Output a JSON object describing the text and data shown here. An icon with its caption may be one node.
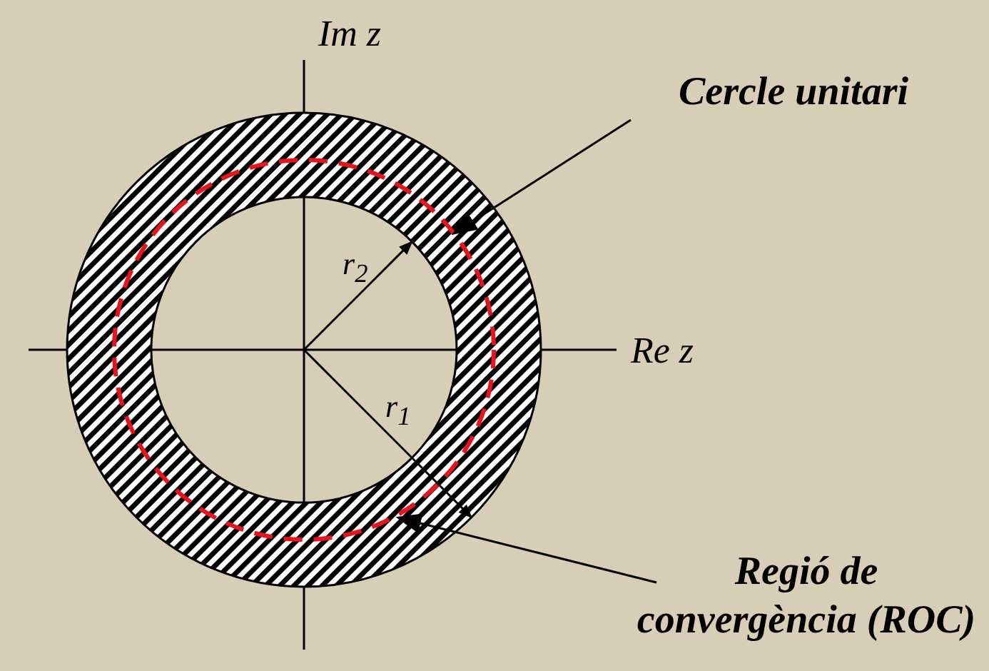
{
  "diagram": {
    "nodes": [
      {
        "text": [
          "Cercle unitari"
        ]
      },
      {
        "text": [],
        "shape": "circle",
        "in": 3
      },
      {
        "text": [
          "Regió de convergència (ROC)"
        ]
      },
      {
        "text": [],
        "shape": "ring"
      }
    ],
    "edges": [
      {
        "from": 0,
        "to": 1,
        "arrow": "to"
      },
      {
        "from": 2,
        "to": 3,
        "arrow": "to"
      }
    ],
    "labels": [
      "Im z",
      "Re z",
      "r$_{2}$",
      "r$_{1}$"
    ]
  }
}
